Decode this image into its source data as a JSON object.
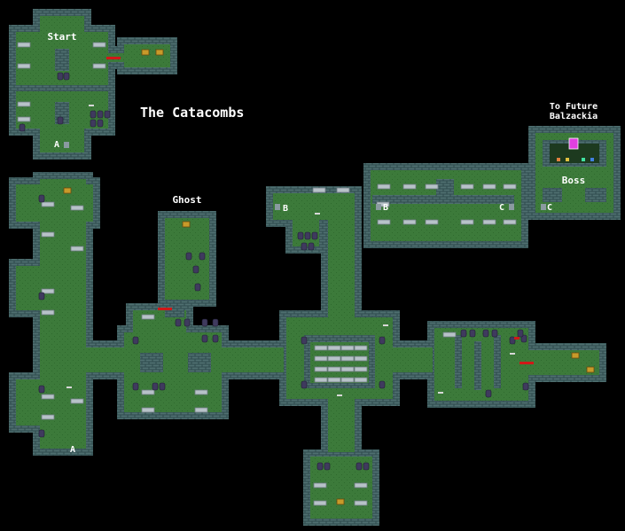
{
  "map": {
    "title": "The Catacombs",
    "labels": {
      "start": "Start",
      "ghost": "Ghost",
      "boss": "Boss",
      "future_line1": "To Future",
      "future_line2": "Balzackia",
      "marker_a": "A",
      "marker_b": "B",
      "marker_c": "C"
    },
    "colors": {
      "background": "#000000",
      "wall": "#2e4a4c",
      "wall_brick": "#4f6f70",
      "floor": "#3c7a3a",
      "floor_dot": "#2f6a2e",
      "coffin": "#b7c2c8",
      "urn": "#3f3a5e",
      "chest": "#c89a2a",
      "door": "#d01818",
      "portal": "#e040e0"
    },
    "icons": [
      "coffin-icon",
      "urn-icon",
      "treasure-chest-icon",
      "door-icon",
      "portal-icon",
      "bone-icon"
    ]
  }
}
